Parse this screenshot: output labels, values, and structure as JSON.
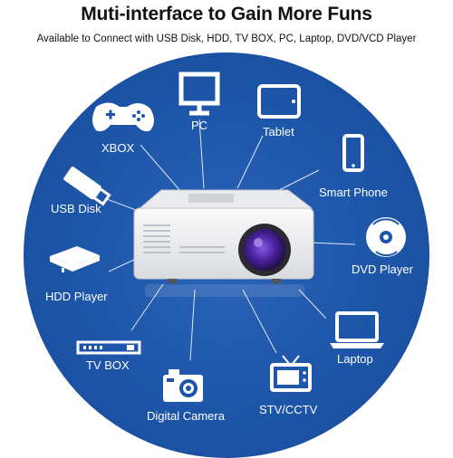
{
  "headline": "Muti-interface to Gain More Funs",
  "subline": "Available to Connect with USB Disk, HDD, TV BOX, PC, Laptop, DVD/VCD Player",
  "devices": {
    "xbox": "XBOX",
    "pc": "PC",
    "tablet": "Tablet",
    "smart_phone": "Smart Phone",
    "usb_disk": "USB Disk",
    "dvd_player": "DVD Player",
    "hdd_player": "HDD Player",
    "laptop": "Laptop",
    "tv_box": "TV BOX",
    "digital_camera": "Digital Camera",
    "stv_cctv": "STV/CCTV"
  },
  "icons": [
    "gamepad-icon",
    "monitor-icon",
    "tablet-icon",
    "smartphone-icon",
    "usb-disk-icon",
    "disc-icon",
    "hdd-box-icon",
    "laptop-icon",
    "tv-box-icon",
    "camera-icon",
    "retro-tv-icon",
    "projector-image"
  ],
  "colors": {
    "circle": "#1d55a8",
    "icon": "#ffffff",
    "lens": "#5a2fb5"
  }
}
